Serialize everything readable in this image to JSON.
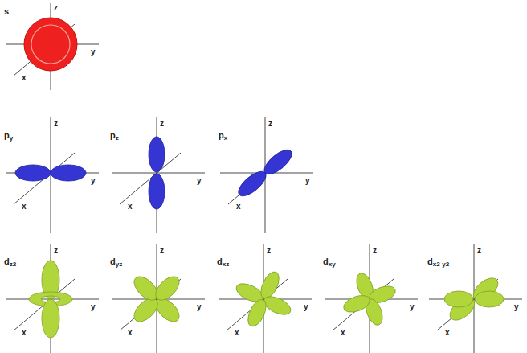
{
  "diagram": {
    "labels": [
      "s",
      "z",
      "y",
      "x",
      "py",
      "z",
      "y",
      "x",
      "pz",
      "z",
      "y",
      "x",
      "px",
      "z",
      "y",
      "x",
      "dz2",
      "z",
      "y",
      "x",
      "dyz",
      "z",
      "y",
      "x",
      "dxz",
      "z",
      "y",
      "x",
      "dxy",
      "z",
      "y",
      "x",
      "dx2-y2",
      "z",
      "y",
      "x"
    ]
  }
}
